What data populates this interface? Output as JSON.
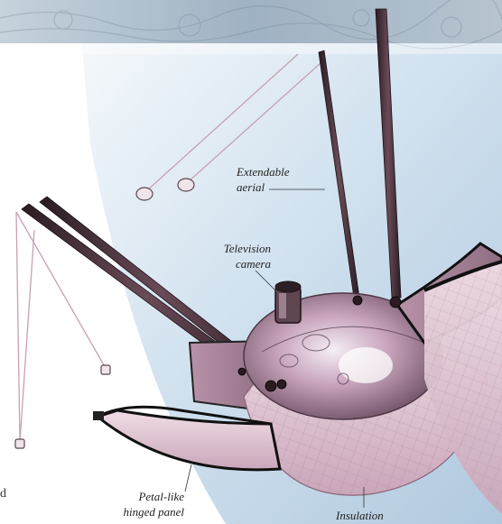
{
  "labels": {
    "aerial": [
      "Extendable",
      "aerial"
    ],
    "camera": [
      "Television",
      "camera"
    ],
    "panel": [
      "Petal-like",
      "hinged panel"
    ],
    "insulation": "Insulation"
  },
  "cropped_text": "d",
  "colors": {
    "sky_light": "#e4edf5",
    "sky_blue": "#b7cde2",
    "metal_pink": "#d9b4c8",
    "metal_dark": "#7a5a6a",
    "rod": "#3b2a30",
    "panel_edge": "#1a1a1a"
  }
}
